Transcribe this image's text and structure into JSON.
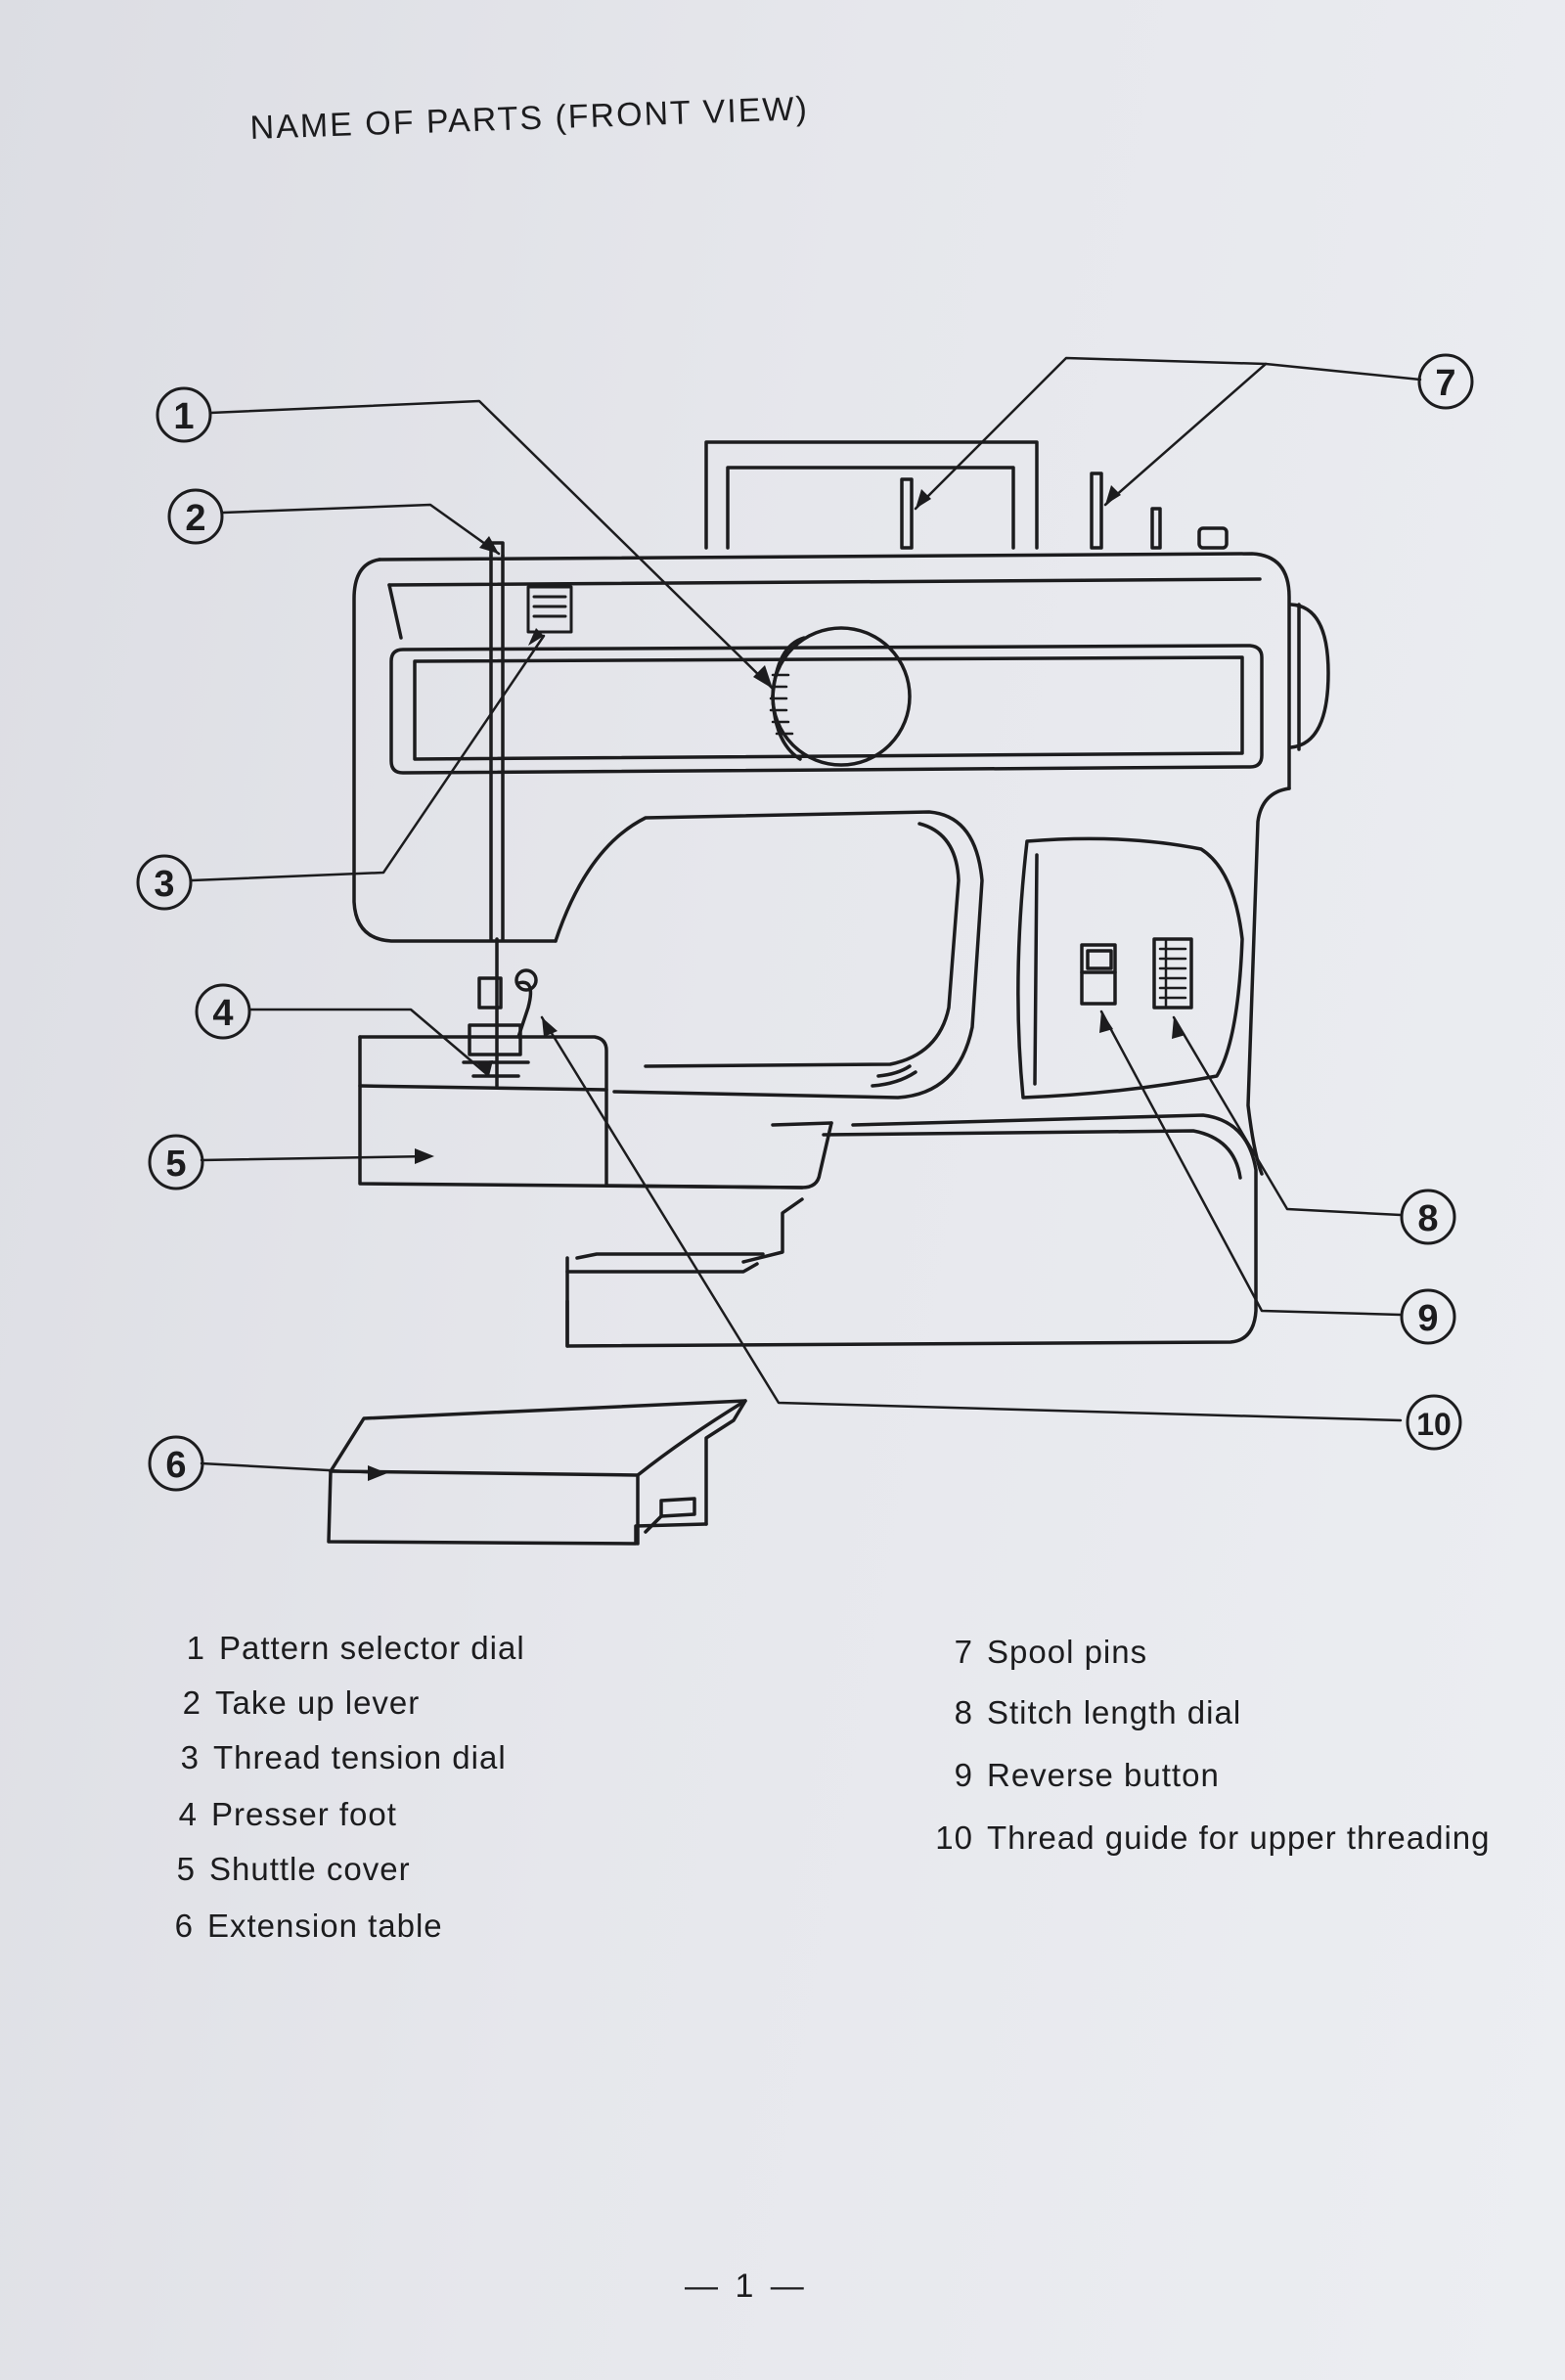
{
  "title": "NAME OF PARTS (FRONT VIEW)",
  "callouts": [
    "1",
    "2",
    "3",
    "4",
    "5",
    "6",
    "7",
    "8",
    "9",
    "10"
  ],
  "parts_left": [
    {
      "num": "1",
      "label": "Pattern selector dial"
    },
    {
      "num": "2",
      "label": "Take up lever"
    },
    {
      "num": "3",
      "label": "Thread tension dial"
    },
    {
      "num": "4",
      "label": "Presser foot"
    },
    {
      "num": "5",
      "label": "Shuttle cover"
    },
    {
      "num": "6",
      "label": "Extension table"
    }
  ],
  "parts_right": [
    {
      "num": "7",
      "label": "Spool pins"
    },
    {
      "num": "8",
      "label": "Stitch length dial"
    },
    {
      "num": "9",
      "label": "Reverse button"
    },
    {
      "num": "10",
      "label": "Thread guide for upper threading"
    }
  ],
  "page_number": "— 1 —"
}
